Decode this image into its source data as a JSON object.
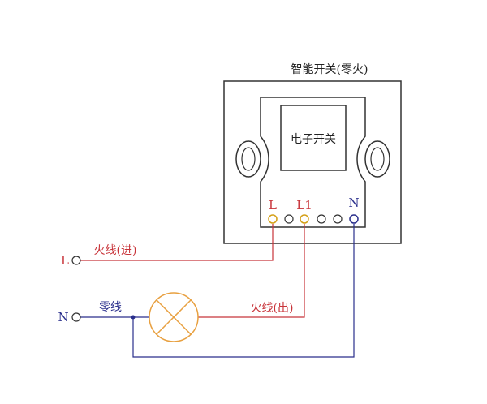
{
  "device": {
    "title": "智能开关(零火)",
    "module_label": "电子开关"
  },
  "terminals": {
    "L": "L",
    "L1": "L1",
    "N": "N"
  },
  "sources": {
    "L": "L",
    "N": "N"
  },
  "wires": {
    "live_in": "火线(进)",
    "neutral": "零线",
    "live_out": "火线(出)"
  },
  "colors": {
    "live": "#c8343a",
    "neutral": "#2a2f8c",
    "frame": "#333333",
    "terminal_ring": "#d4a017",
    "lamp": "#e8a040"
  }
}
